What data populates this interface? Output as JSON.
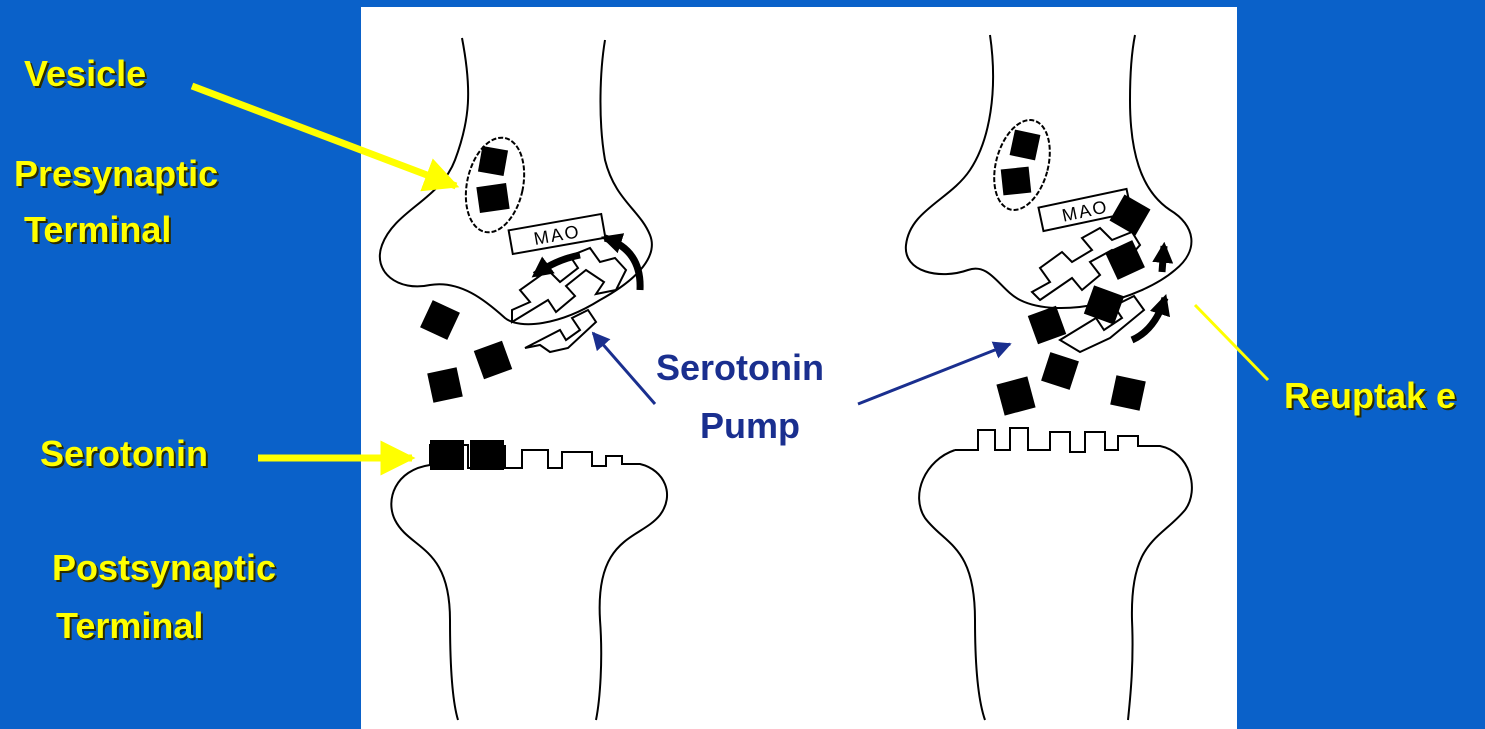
{
  "labels": {
    "vesicle": "Vesicle",
    "presynaptic_line1": "Presynaptic",
    "presynaptic_line2": "Terminal",
    "serotonin": "Serotonin",
    "postsynaptic_line1": "Postsynaptic",
    "postsynaptic_line2": "Terminal",
    "pump_line1": "Serotonin",
    "pump_line2": "Pump",
    "reuptake": "Reuptak e",
    "mao_left": "MAO",
    "mao_right": "MAO"
  },
  "colors": {
    "background": "#0a61c9",
    "panel": "#ffffff",
    "label_yellow": "#ffff00",
    "label_blue": "#1a2f8f",
    "ink": "#000000"
  }
}
